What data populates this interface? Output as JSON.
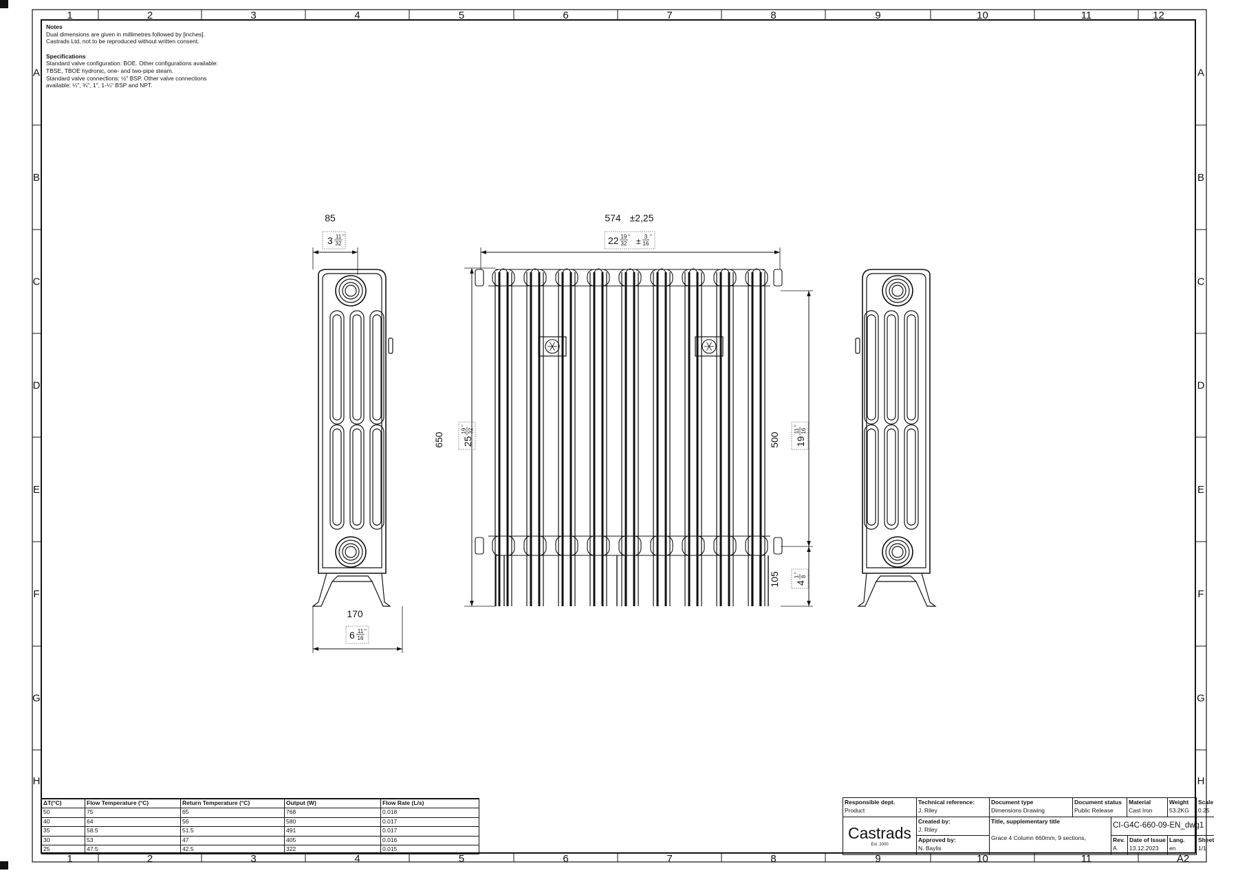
{
  "grid": {
    "columns": [
      "1",
      "2",
      "3",
      "4",
      "5",
      "6",
      "7",
      "8",
      "9",
      "10",
      "11",
      "12"
    ],
    "rows": [
      "A",
      "B",
      "C",
      "D",
      "E",
      "F",
      "G",
      "H"
    ],
    "bottom_columns": [
      "1",
      "2",
      "3",
      "4",
      "5",
      "6",
      "7",
      "8",
      "9",
      "10",
      "11"
    ],
    "sheet_size": "A2"
  },
  "notes": {
    "heading": "Notes",
    "lines": [
      "Dual dimensions are given in millimetres followed by [inches].",
      "Castrads Ltd, not to be reproduced without written consent."
    ],
    "spec_heading": "Specifications",
    "spec_lines": [
      "Standard valve configuration: BOE. Other configurations available:",
      "TBSE, TBOE hydronic, one- and two-pipe steam.",
      "Standard valve connections: ½\" BSP. Other valve connections",
      "available: ¼\", ¾\", 1\", 1-¼\" BSP and NPT."
    ]
  },
  "dimensions": {
    "top_depth_mm": "85",
    "top_depth_in": {
      "whole": "3",
      "num": "11",
      "den": "32"
    },
    "width_mm": "574",
    "width_tol_mm": "±2,25",
    "width_in": {
      "whole": "22",
      "num": "19",
      "den": "32"
    },
    "width_tol_in": {
      "sign": "±",
      "num": "3",
      "den": "16"
    },
    "height_mm": "650",
    "height_in": {
      "whole": "25",
      "num": "19",
      "den": "32"
    },
    "centres_mm": "500",
    "centres_in": {
      "whole": "19",
      "num": "11",
      "den": "16"
    },
    "bottom_mm": "105",
    "bottom_in": {
      "whole": "4",
      "num": "1",
      "den": "8"
    },
    "foot_depth_mm": "170",
    "foot_depth_in": {
      "whole": "6",
      "num": "11",
      "den": "16"
    }
  },
  "performance": {
    "headers": [
      "ΔT(°C)",
      "Flow Temperature (°C)",
      "Return Temperature (°C)",
      "Output (W)",
      "Flow Rate (L/s)"
    ],
    "rows": [
      [
        "50",
        "75",
        "65",
        "768",
        "0.018"
      ],
      [
        "40",
        "64",
        "56",
        "580",
        "0.017"
      ],
      [
        "35",
        "58.5",
        "51.5",
        "491",
        "0.017"
      ],
      [
        "30",
        "53",
        "47",
        "405",
        "0.016"
      ],
      [
        "25",
        "47.5",
        "42.5",
        "322",
        "0.015"
      ]
    ]
  },
  "title_block": {
    "responsible_label": "Responsible dept.",
    "responsible": "Product",
    "techref_label": "Technical reference:",
    "techref": "J. Riley",
    "doctype_label": "Document type",
    "doctype": "Dimensions Drawing",
    "status_label": "Document status",
    "status": "Public Release",
    "material_label": "Material",
    "material": "Cast Iron",
    "weight_label": "Weight",
    "weight": "53.2KG",
    "scale_label": "Scale",
    "scale": "0.25",
    "logo": "Castrads",
    "logo_est": "Est. 2000",
    "created_label": "Created by:",
    "created": "J. Riley",
    "approved_label": "Approved by:",
    "approved": "N. Baylis",
    "title_label": "Title, supplementary title",
    "title": "Grace 4 Column 660mm, 9 sections,",
    "doc_number": "CI-G4C-660-09-EN_dwg1",
    "rev_label": "Rev.",
    "rev": "A",
    "issue_label": "Date of Issue",
    "issue": "13.12.2023",
    "lang_label": "Lang.",
    "lang": "en",
    "sheet_label": "Sheet",
    "sheet": "1/1"
  }
}
